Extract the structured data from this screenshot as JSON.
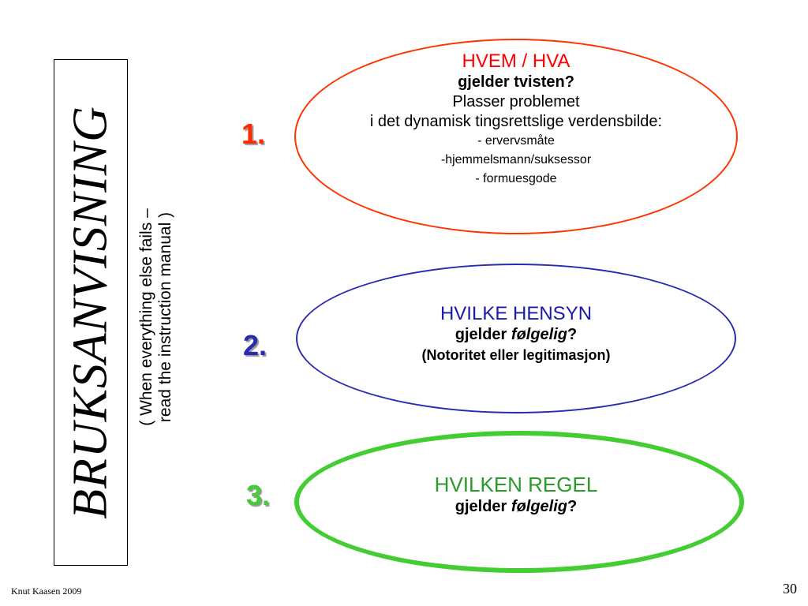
{
  "side_title": "BRUKSANVISNING",
  "subtitle": {
    "line1": "( When everything else fails –",
    "line2": "read the instruction manual )"
  },
  "steps": [
    {
      "number": "1.",
      "heading": "HVEM / HVA",
      "line1": "gjelder tvisten?",
      "line2": "Plasser problemet",
      "line3": "i det dynamisk tingsrettslige verdensbilde:",
      "items": [
        "- ervervsmåte",
        "-hjemmelsmann/suksessor",
        "- formuesgode"
      ],
      "color": "#ff0000"
    },
    {
      "number": "2.",
      "heading": "HVILKE HENSYN",
      "line1_prefix": "gjelder ",
      "line1_italic": "følgelig",
      "line1_suffix": "?",
      "line2": "(Notoritet eller legitimasjon)",
      "color": "#1a1aaa"
    },
    {
      "number": "3.",
      "heading": "HVILKEN REGEL",
      "line1_prefix": "gjelder ",
      "line1_italic": "følgelig",
      "line1_suffix": "?",
      "color": "#2a9a2a"
    }
  ],
  "footer": {
    "author": "Knut Kaasen 2009",
    "page_number": "30"
  }
}
